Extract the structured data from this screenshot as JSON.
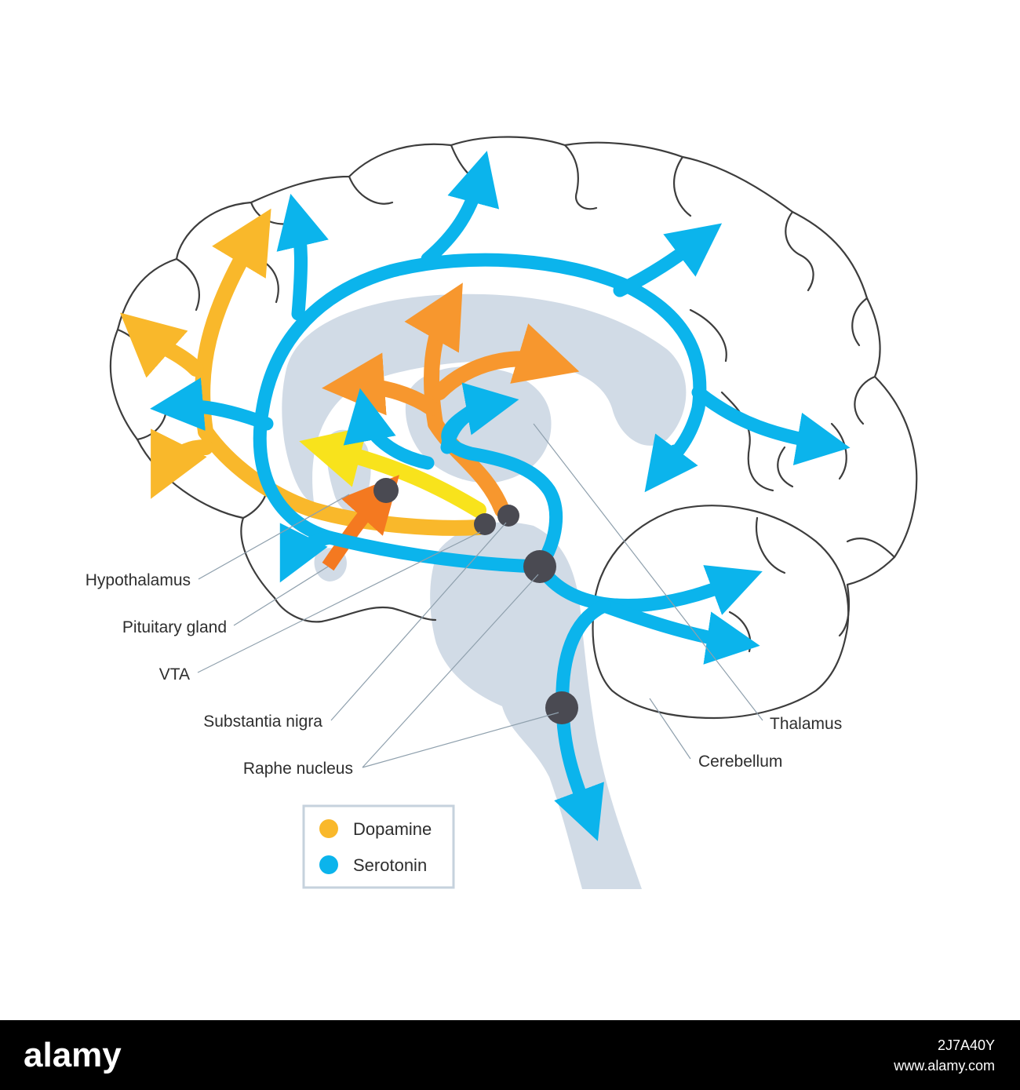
{
  "labels": {
    "hypothalamus": "Hypothalamus",
    "pituitary": "Pituitary gland",
    "vta": "VTA",
    "substantia_nigra": "Substantia nigra",
    "raphe": "Raphe nucleus",
    "thalamus": "Thalamus",
    "cerebellum": "Cerebellum"
  },
  "legend": {
    "items": [
      {
        "label": "Dopamine",
        "color": "#f9b82b"
      },
      {
        "label": "Serotonin",
        "color": "#0bb4ec"
      }
    ]
  },
  "colors": {
    "serotonin": "#0bb4ec",
    "dopamine": "#f9b82b",
    "dopamine_orange": "#f7972e",
    "dopamine_yellow": "#f8e31c",
    "dopamine_dark": "#f47920",
    "nucleus": "#4a4a52",
    "inner_structure": "#d1dbe6",
    "outline": "#3d3d3d"
  },
  "footer": {
    "watermark": "alamy",
    "image_id": "2J7A40Y",
    "url": "www.alamy.com"
  }
}
